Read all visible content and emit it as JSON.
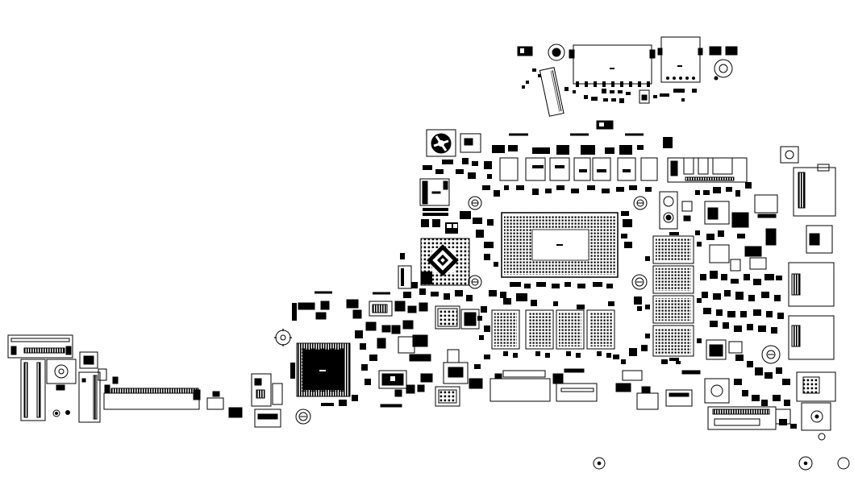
{
  "canvas": {
    "background": "#ffffff",
    "ink": "#000000",
    "hatch_density": "dense"
  },
  "components": {
    "cpu_bga": "cpu-bga-footprint",
    "pch_bga": "pch-footprint",
    "ec_qfp": "ec-qfp-footprint",
    "memory_chips": "memory-chip-footprints",
    "dimm_rows": "memory-row-footprints"
  }
}
